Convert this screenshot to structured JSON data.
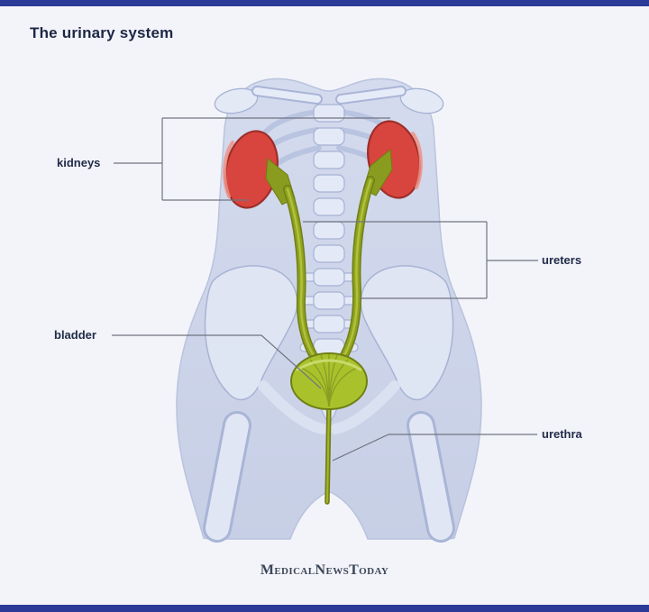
{
  "page": {
    "title": "The urinary system",
    "brand": "MedicalNewsToday",
    "background_color": "#f3f4fa",
    "accent_bar_color": "#2b3a96"
  },
  "labels": {
    "kidneys": "kidneys",
    "ureters": "ureters",
    "bladder": "bladder",
    "urethra": "urethra"
  },
  "colors": {
    "kidney_red": "#d8453e",
    "ureter_green": "#7d8f17",
    "bladder_green": "#a9c22c",
    "body_blue": "#ccd4e8",
    "bone_light": "#e4e9f6",
    "leader_line": "#70757f"
  }
}
